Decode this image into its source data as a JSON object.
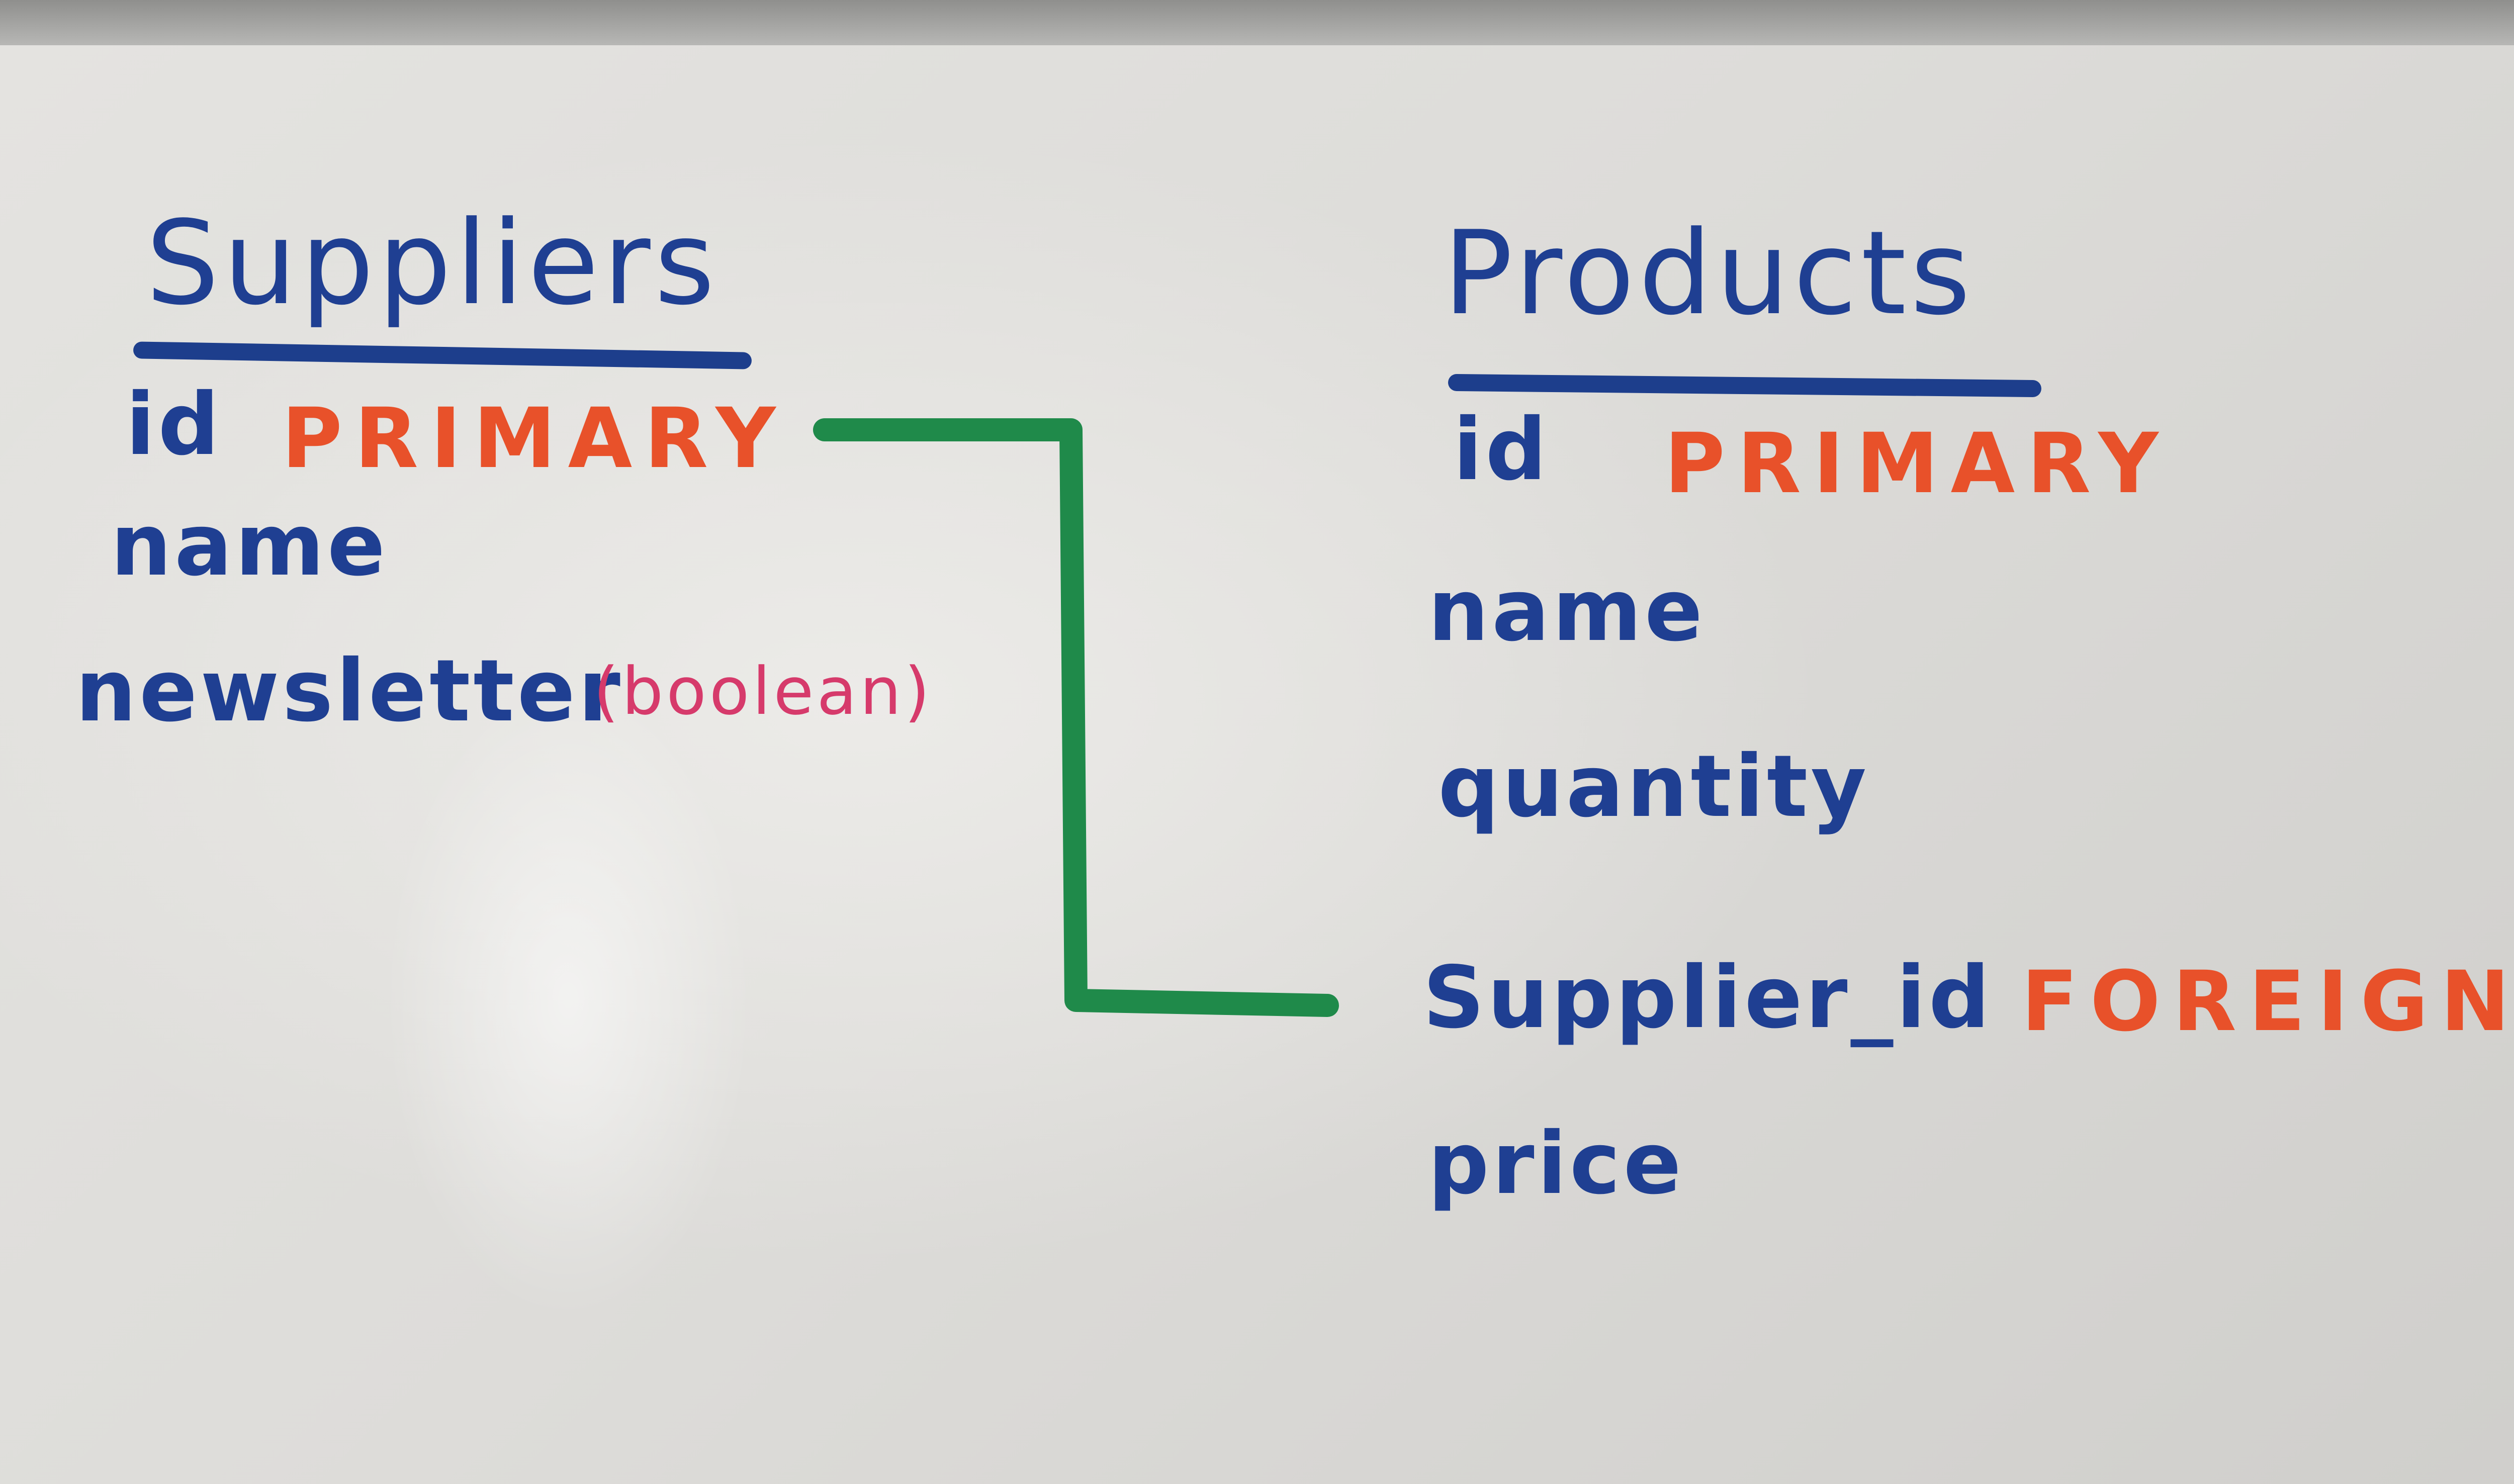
{
  "suppliers": {
    "title": "Suppliers",
    "id_field": "id",
    "id_tag": "PRIMARY",
    "name_field": "name",
    "newsletter_field": "newsletter",
    "newsletter_type": "(boolean)"
  },
  "products": {
    "title": "Products",
    "id_field": "id",
    "id_tag": "PRIMARY",
    "name_field": "name",
    "quantity_field": "quantity",
    "supplier_field": "Supplier_id",
    "supplier_tag": "FOREIGN",
    "price_field": "price"
  },
  "colors": {
    "field_ink": "#1f3f92",
    "key_ink": "#e8512a",
    "type_ink": "#d63a6b",
    "relation_ink": "#1f8a4a"
  }
}
